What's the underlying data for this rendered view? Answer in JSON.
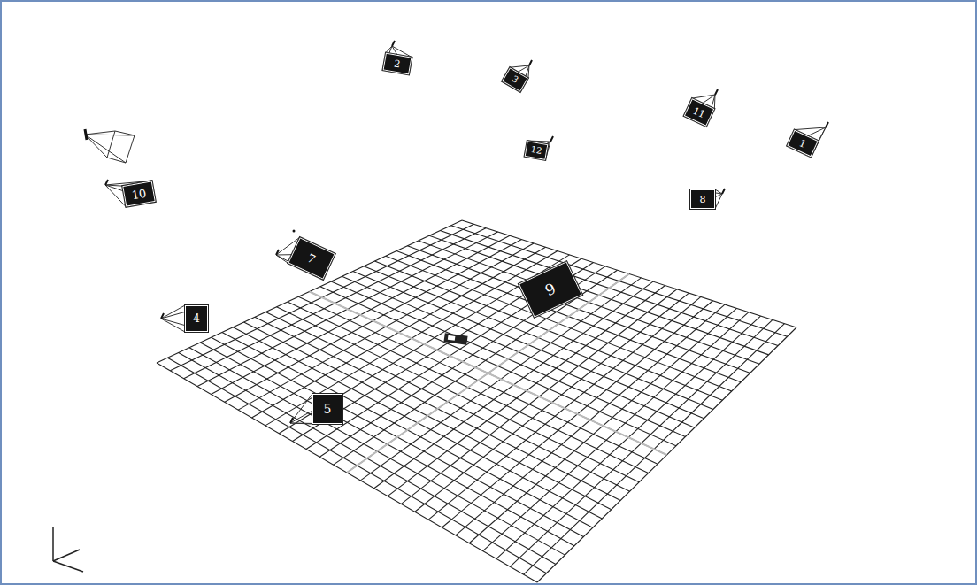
{
  "diagram": {
    "nodes": [
      {
        "text": [
          "2"
        ]
      },
      {
        "text": [
          "3"
        ]
      },
      {
        "text": [
          "11"
        ]
      },
      {
        "text": [
          "1"
        ]
      },
      {
        "text": [
          "12"
        ]
      },
      {
        "text": [
          "10"
        ]
      },
      {
        "text": [
          "8"
        ]
      },
      {
        "text": [
          "7"
        ]
      },
      {
        "text": [
          "9"
        ]
      },
      {
        "text": [
          "4"
        ]
      },
      {
        "text": [
          "5"
        ]
      }
    ]
  }
}
